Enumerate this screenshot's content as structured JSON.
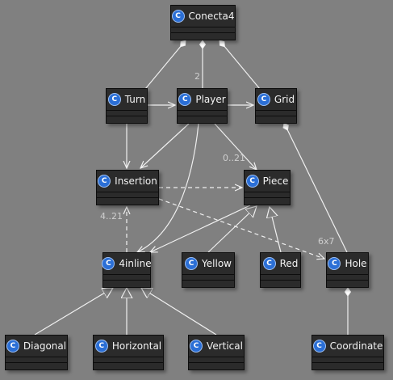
{
  "classes": {
    "conecta4": {
      "name": "Conecta4",
      "stereotype_icon": "C"
    },
    "turn": {
      "name": "Turn",
      "stereotype_icon": "C"
    },
    "player": {
      "name": "Player",
      "stereotype_icon": "C"
    },
    "grid": {
      "name": "Grid",
      "stereotype_icon": "C"
    },
    "insertion": {
      "name": "Insertion",
      "stereotype_icon": "C"
    },
    "piece": {
      "name": "Piece",
      "stereotype_icon": "C"
    },
    "inline4": {
      "name": "4inline",
      "stereotype_icon": "C"
    },
    "yellow": {
      "name": "Yellow",
      "stereotype_icon": "C"
    },
    "red": {
      "name": "Red",
      "stereotype_icon": "C"
    },
    "hole": {
      "name": "Hole",
      "stereotype_icon": "C"
    },
    "diagonal": {
      "name": "Diagonal",
      "stereotype_icon": "C"
    },
    "horizontal": {
      "name": "Horizontal",
      "stereotype_icon": "C"
    },
    "vertical": {
      "name": "Vertical",
      "stereotype_icon": "C"
    },
    "coordinate": {
      "name": "Coordinate",
      "stereotype_icon": "C"
    }
  },
  "multiplicities": {
    "player": "2",
    "piece": "0..21",
    "insertion": "4..21",
    "hole": "6x7"
  },
  "relations": [
    {
      "from": "Conecta4",
      "to": "Turn",
      "kind": "composition"
    },
    {
      "from": "Conecta4",
      "to": "Player",
      "kind": "composition"
    },
    {
      "from": "Conecta4",
      "to": "Grid",
      "kind": "composition"
    },
    {
      "from": "Turn",
      "to": "Player",
      "kind": "association"
    },
    {
      "from": "Player",
      "to": "Grid",
      "kind": "association"
    },
    {
      "from": "Turn",
      "to": "Insertion",
      "kind": "association"
    },
    {
      "from": "Player",
      "to": "Insertion",
      "kind": "association"
    },
    {
      "from": "Player",
      "to": "Piece",
      "kind": "association"
    },
    {
      "from": "Player",
      "to": "4inline",
      "kind": "association"
    },
    {
      "from": "Insertion",
      "to": "Piece",
      "kind": "dependency"
    },
    {
      "from": "Insertion",
      "to": "Hole",
      "kind": "dependency"
    },
    {
      "from": "4inline",
      "to": "Insertion",
      "kind": "dependency"
    },
    {
      "from": "Piece",
      "to": "4inline",
      "kind": "association"
    },
    {
      "from": "Yellow",
      "to": "Piece",
      "kind": "inheritance"
    },
    {
      "from": "Red",
      "to": "Piece",
      "kind": "inheritance"
    },
    {
      "from": "Grid",
      "to": "Hole",
      "kind": "composition"
    },
    {
      "from": "Diagonal",
      "to": "4inline",
      "kind": "inheritance"
    },
    {
      "from": "Horizontal",
      "to": "4inline",
      "kind": "inheritance"
    },
    {
      "from": "Vertical",
      "to": "4inline",
      "kind": "inheritance"
    },
    {
      "from": "Hole",
      "to": "Coordinate",
      "kind": "composition"
    }
  ],
  "colors": {
    "background": "#808080",
    "class_fill": "#2b2b2b",
    "edge": "#f0f0f0",
    "badge": "#2b6fd6"
  }
}
